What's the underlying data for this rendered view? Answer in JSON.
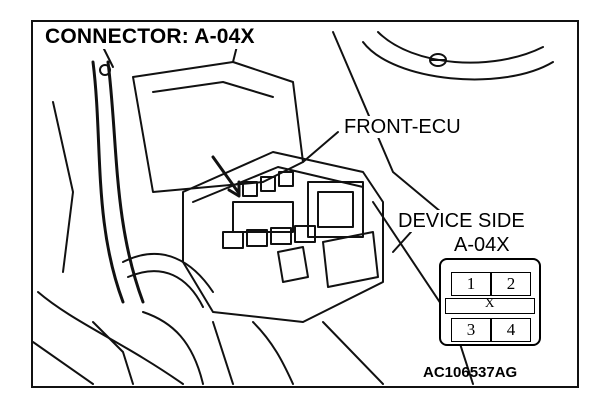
{
  "title": "CONNECTOR: A-04X",
  "labels": {
    "front_ecu": "FRONT-ECU",
    "device_side": "DEVICE SIDE",
    "device_id": "A-04X"
  },
  "connector": {
    "pins": [
      "1",
      "2",
      "3",
      "4"
    ],
    "key_mark": "X"
  },
  "figure_code": "AC106537AG"
}
